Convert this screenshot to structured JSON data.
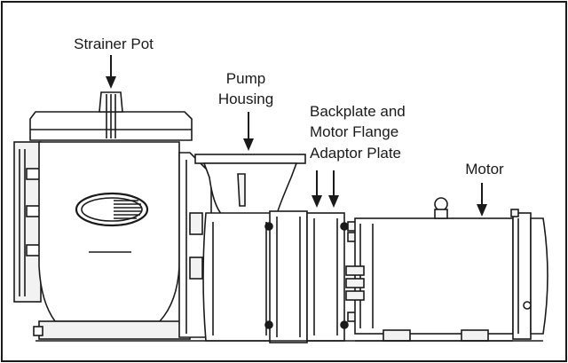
{
  "labels": {
    "strainer_pot": "Strainer Pot",
    "pump_housing_line1": "Pump",
    "pump_housing_line2": "Housing",
    "backplate_line1": "Backplate and",
    "backplate_line2": "Motor Flange",
    "backplate_line3": "Adaptor Plate",
    "motor": "Motor"
  },
  "colors": {
    "outline": "#1a1a1a",
    "light_fill": "#ffffff",
    "shade_fill": "#f2f2f2",
    "background": "#ffffff"
  }
}
